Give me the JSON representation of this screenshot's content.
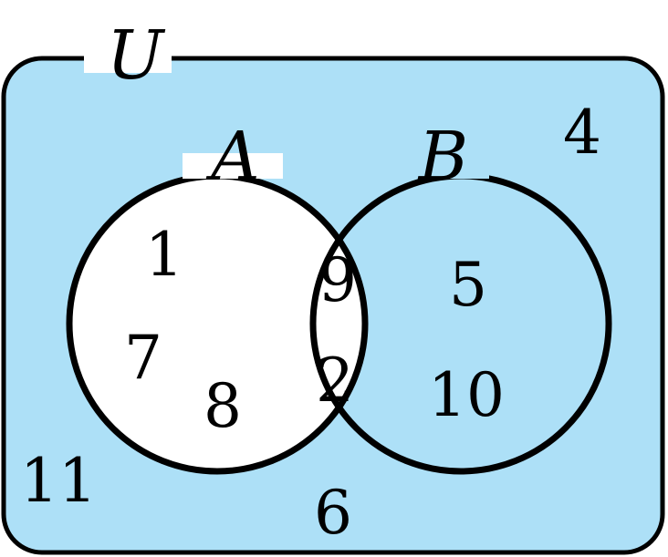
{
  "universe_label": "U",
  "set_a_label": "A",
  "set_b_label": "B",
  "regions": {
    "only_a": [
      "1",
      "7",
      "8"
    ],
    "a_and_b": [
      "9",
      "2"
    ],
    "only_b": [
      "5",
      "10"
    ],
    "outside": [
      "4",
      "11",
      "6"
    ]
  },
  "colors": {
    "universe_fill": "#ade0f7",
    "set_a_fill": "#ffffff",
    "stroke": "#000000"
  }
}
